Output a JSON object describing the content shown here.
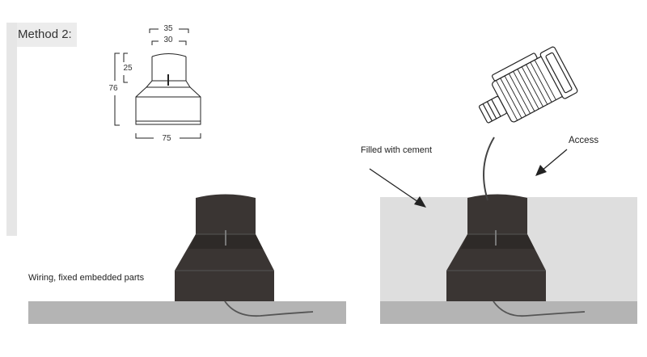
{
  "header": {
    "title": "Method 2:"
  },
  "dimensions": {
    "top_outer": "35",
    "top_inner": "30",
    "neck_height": "25",
    "total_height": "76",
    "base_width": "75"
  },
  "labels": {
    "wiring": "Wiring, fixed embedded parts",
    "cement": "Filled with cement",
    "access": "Access"
  },
  "colors": {
    "fixture_body": "#3a3533",
    "ground": "#b4b4b4",
    "cement_fill": "#dedede",
    "panel": "#ececec",
    "line": "#222222"
  }
}
